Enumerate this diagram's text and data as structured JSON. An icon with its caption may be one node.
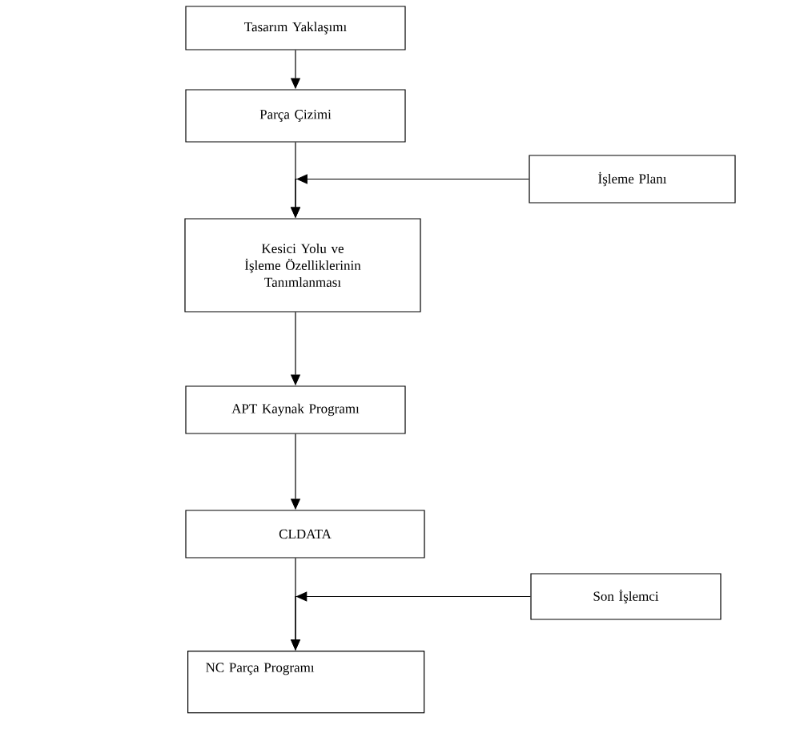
{
  "diagram": {
    "nodes": [
      {
        "text": [
          "Tasarım Yaklaşımı"
        ]
      },
      {
        "text": [
          "Parça Çizimi"
        ]
      },
      {
        "text": [
          "İşleme Planı"
        ]
      },
      {
        "text": [
          "Kesici Yolu ve İşleme Özelliklerinin Tanımlanması"
        ]
      },
      {
        "text": [
          "APT Kaynak Programı"
        ]
      },
      {
        "text": [
          "CLDATA"
        ]
      },
      {
        "text": [
          "Son İşlemci"
        ]
      },
      {
        "text": [
          "NC Parça Programı"
        ]
      }
    ],
    "edges": [
      {
        "from": 0,
        "to": 1,
        "arrow": "to"
      },
      {
        "from": 1,
        "to": 3,
        "arrow": "to"
      },
      {
        "from": 2,
        "to": 3,
        "arrow": "to"
      },
      {
        "from": 3,
        "to": 4,
        "arrow": "to"
      },
      {
        "from": 4,
        "to": 5,
        "arrow": "to"
      },
      {
        "from": 5,
        "to": 7,
        "arrow": "to"
      },
      {
        "from": 6,
        "to": 7,
        "arrow": "to"
      }
    ]
  }
}
